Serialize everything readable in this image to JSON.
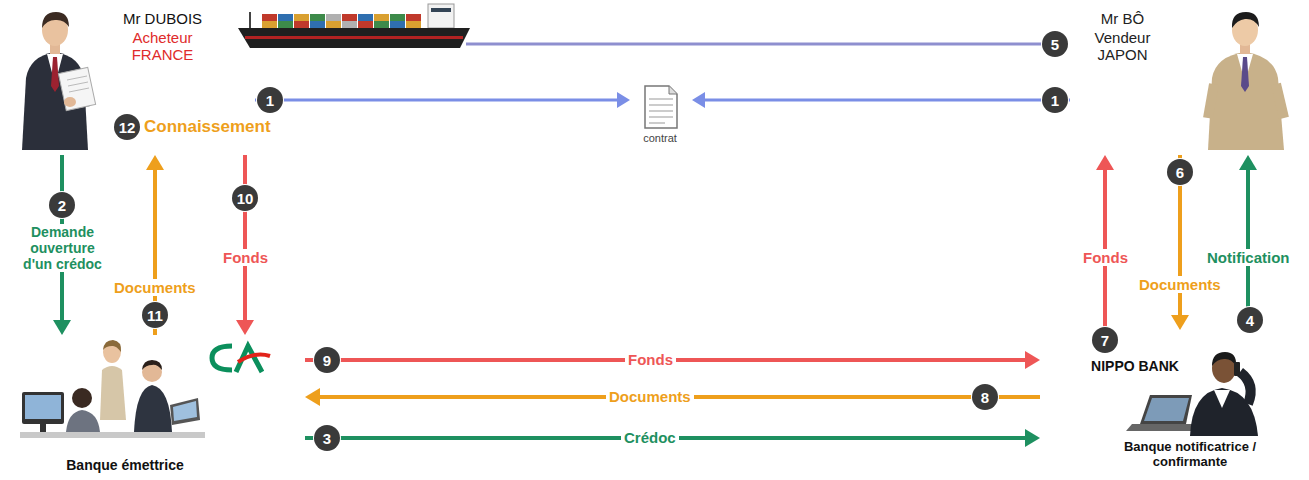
{
  "diagram": {
    "nodes": [
      {
        "text": [
          "Mr DUBOIS",
          "Acheteur FRANCE"
        ]
      },
      {
        "text": [
          "contrat"
        ]
      },
      {
        "text": [
          "Mr BÔ",
          "Vendeur JAPON"
        ]
      },
      {
        "text": [
          "Banque émettrice"
        ]
      },
      {
        "text": [
          "NIPPO BANK",
          "Banque notificatrice / confirmante"
        ]
      }
    ],
    "edges": [
      {
        "from": 0,
        "to": 1,
        "arrow": "to"
      },
      {
        "from": 2,
        "to": 1,
        "arrow": "to"
      },
      {
        "from": 0,
        "to": 3,
        "label": "Demande ouverture d'un crédoc",
        "arrow": "to"
      },
      {
        "from": 3,
        "to": 0,
        "label": "Documents",
        "arrow": "to"
      },
      {
        "from": 0,
        "to": 3,
        "label": "Fonds",
        "arrow": "to"
      },
      {
        "from": 3,
        "to": 4,
        "label": "Fonds",
        "arrow": "to"
      },
      {
        "from": 4,
        "to": 3,
        "label": "Documents",
        "arrow": "to"
      },
      {
        "from": 3,
        "to": 4,
        "label": "Crédoc",
        "arrow": "to"
      },
      {
        "from": 4,
        "to": 2,
        "label": "Fonds",
        "arrow": "to"
      },
      {
        "from": 2,
        "to": 4,
        "label": "Documents",
        "arrow": "to"
      },
      {
        "from": 4,
        "to": 2,
        "label": "Notification",
        "arrow": "to"
      }
    ],
    "labels": [
      "1",
      "1",
      "5",
      "12",
      "Connaissement",
      "2",
      "10",
      "11",
      "9",
      "8",
      "3",
      "7",
      "6",
      "4"
    ]
  }
}
